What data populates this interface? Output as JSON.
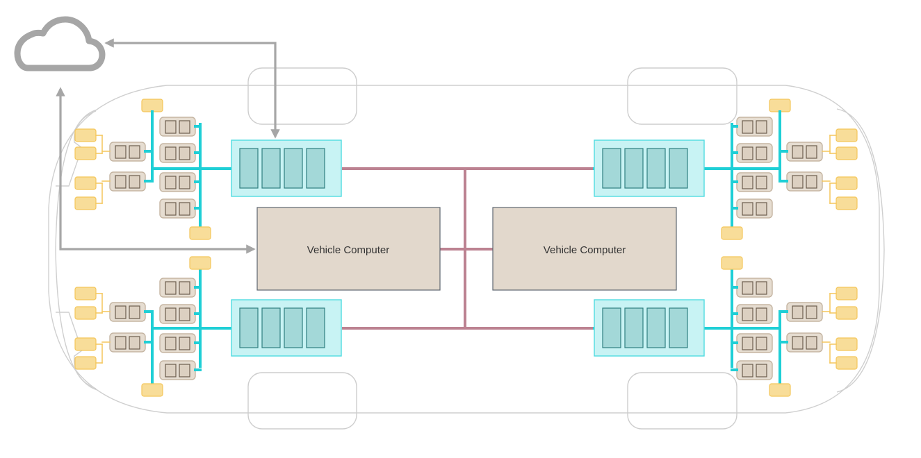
{
  "diagram": {
    "title": "Zonal vehicle E/E architecture",
    "colors": {
      "background": "#ffffff",
      "car_outline": "#c8c8c8",
      "cloud_link": "#a6a6a6",
      "backbone": "#bc8291",
      "zone_bus": "#1fcfd6",
      "zone_fill": "#c8f3f4",
      "zone_border": "#4fdce0",
      "zone_slot_fill": "#a3d8d8",
      "zone_slot_border": "#2f7f80",
      "computer_fill": "#e2d8cc",
      "computer_border": "#5d6670",
      "ecu_fill": "#e6ddd1",
      "ecu_border": "#c5b5a2",
      "ecu_slot_fill": "#dcd0c1",
      "ecu_slot_border": "#6b5d4d",
      "device_fill": "#f8dd99",
      "device_border": "#f4c65a",
      "device_link": "#f4c65a"
    },
    "nodes": {
      "cloud": {
        "label": "Cloud",
        "icon": "cloud-icon"
      },
      "computers": [
        {
          "id": "vehicle-computer-left",
          "label": "Vehicle Computer"
        },
        {
          "id": "vehicle-computer-right",
          "label": "Vehicle Computer"
        }
      ],
      "zone_controllers": [
        {
          "id": "zone-front-left",
          "slots": 4
        },
        {
          "id": "zone-rear-left",
          "slots": 4
        },
        {
          "id": "zone-front-right",
          "slots": 4
        },
        {
          "id": "zone-rear-right",
          "slots": 4
        }
      ],
      "ecu_slots_per_module": 2,
      "ecus_per_zone": 6,
      "sensors_per_zone": 6
    },
    "links": [
      {
        "from": "cloud",
        "to": "zone-front-left",
        "type": "bidirectional"
      },
      {
        "from": "cloud",
        "to": "vehicle-computer-left",
        "type": "bidirectional"
      }
    ]
  }
}
